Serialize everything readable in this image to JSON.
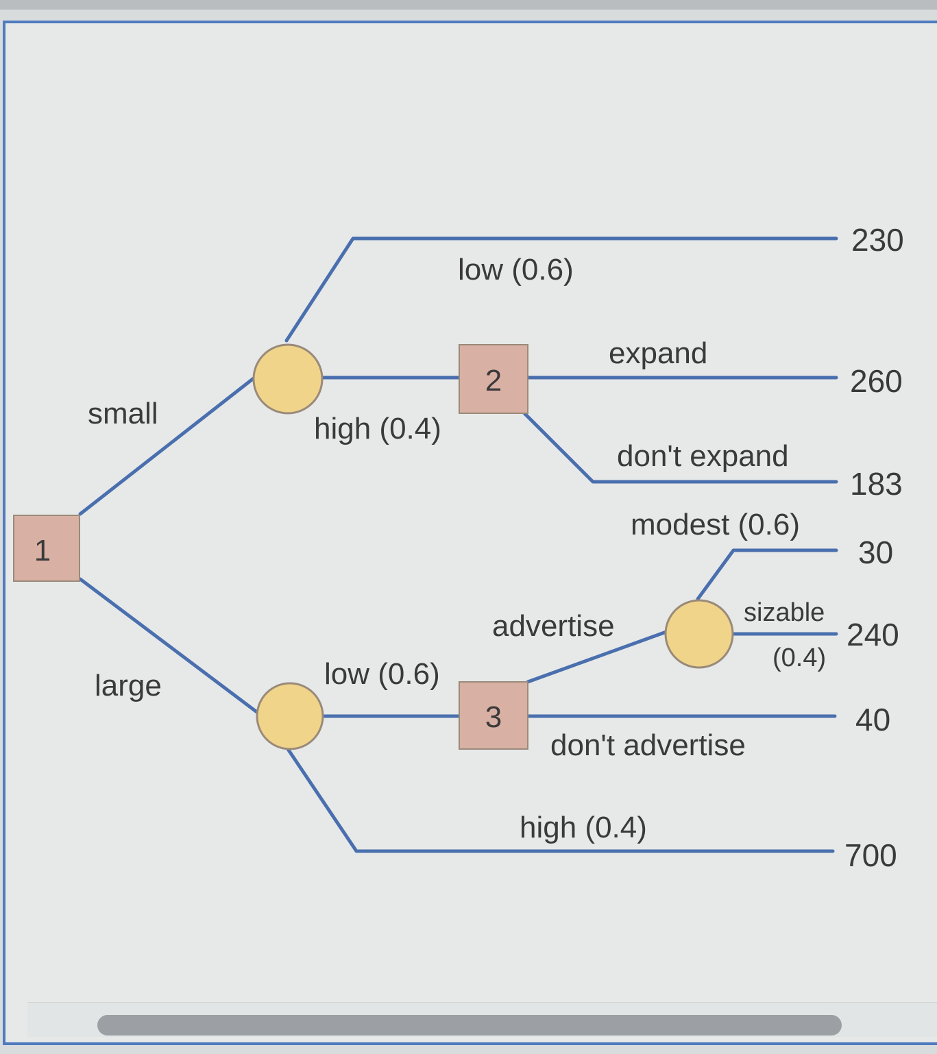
{
  "tree": {
    "decision_nodes": [
      {
        "id": "d1",
        "label": "1"
      },
      {
        "id": "d2",
        "label": "2"
      },
      {
        "id": "d3",
        "label": "3"
      }
    ],
    "chance_nodes": [
      {
        "id": "c_small"
      },
      {
        "id": "c_large"
      },
      {
        "id": "c_advertise"
      }
    ],
    "branch_labels": {
      "small": "small",
      "large": "large",
      "small_low": "low (0.6)",
      "small_high": "high (0.4)",
      "expand": "expand",
      "dont_expand": "don't expand",
      "large_low": "low (0.6)",
      "large_high": "high (0.4)",
      "advertise": "advertise",
      "dont_advertise": "don't advertise",
      "modest": "modest (0.6)",
      "sizable": "sizable",
      "sizable_prob": "(0.4)"
    },
    "payoffs": {
      "small_low": "230",
      "expand": "260",
      "dont_expand": "183",
      "modest": "30",
      "sizable": "240",
      "dont_advertise": "40",
      "large_high": "700"
    },
    "colors": {
      "branch": "#4a6fae",
      "decision_fill": "#d9b0a4",
      "chance_fill": "#f0d48a",
      "node_stroke": "#9a8a7a"
    }
  }
}
